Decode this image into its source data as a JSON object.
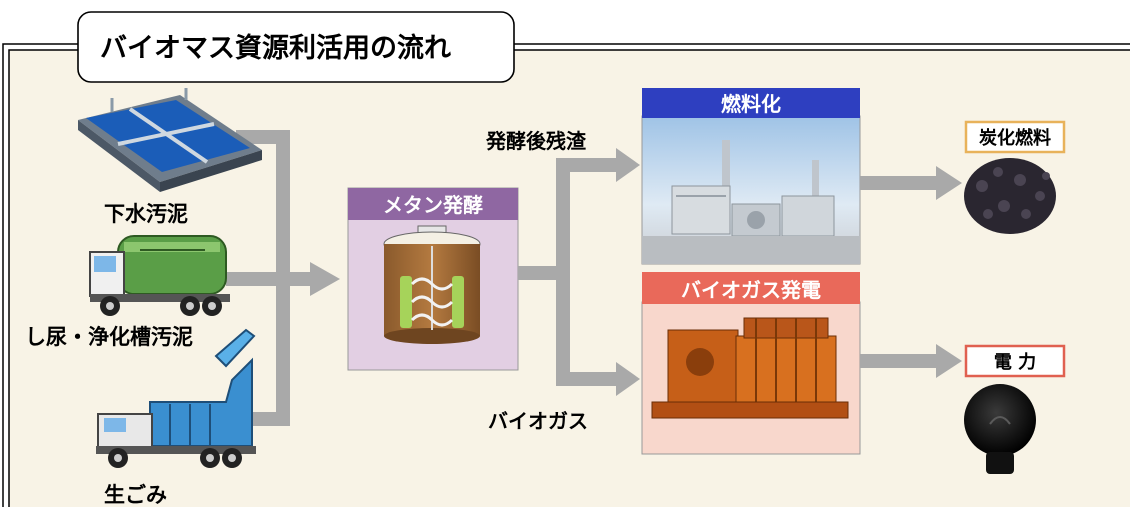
{
  "title": "バイオマス資源利活用の流れ",
  "inputs": {
    "sewage_sludge": "下水汚泥",
    "night_soil": "し尿・浄化槽汚泥",
    "food_waste": "生ごみ"
  },
  "process": {
    "methane_fermentation": "メタン発酵",
    "fermentation_residue": "発酵後残渣",
    "biogas": "バイオガス",
    "fuelization": "燃料化",
    "biogas_power": "バイオガス発電"
  },
  "outputs": {
    "carbonized_fuel": "炭化燃料",
    "electricity": "電 力"
  },
  "colors": {
    "panel_bg": "#f8f3e6",
    "arrow": "#a9a9a9",
    "methane_header": "#8f67a2",
    "methane_body": "#e2cfe3",
    "fuel_header": "#2e3fc0",
    "power_header": "#e9695a",
    "power_body": "#f8d7cc",
    "fuel_tag_border": "#e8b25a",
    "power_tag_border": "#e06050"
  }
}
